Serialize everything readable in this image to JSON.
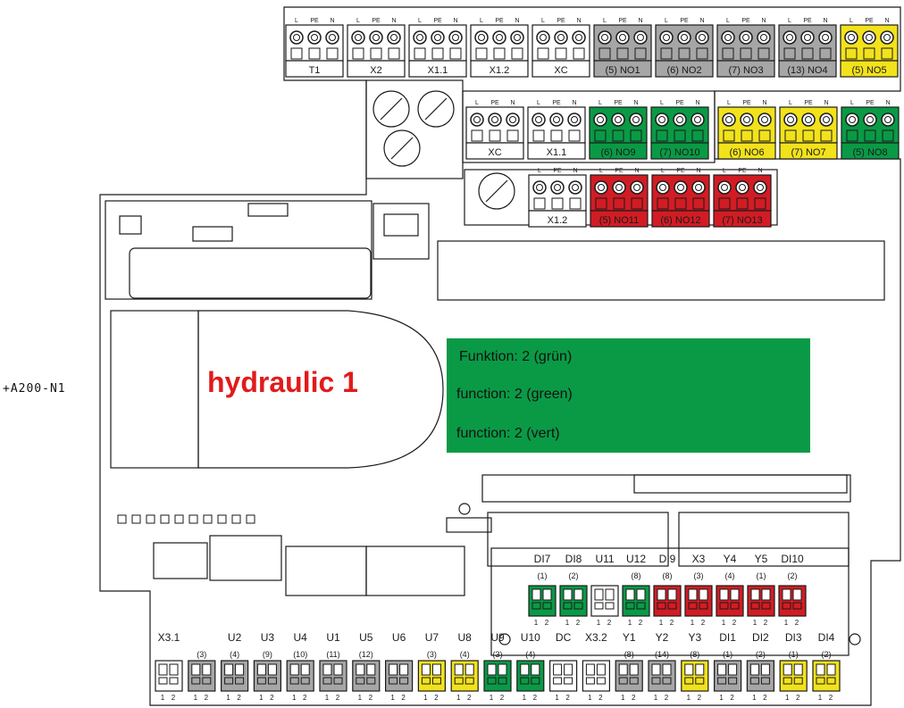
{
  "device_label": "+A200-N1",
  "title": "hydraulic 1",
  "function_lines": [
    "Funktion: 2 (grün)",
    "function: 2 (green)",
    "function: 2 (vert)"
  ],
  "colors": {
    "gray": "#a6a6a6",
    "yellow": "#f2e21c",
    "green": "#0a9a46",
    "red": "#d21c24",
    "white": "#ffffff",
    "title_red": "#e11b1b",
    "outline": "#1a1a1a"
  },
  "terminal_pins": [
    "L",
    "PE",
    "N"
  ],
  "top_row": [
    {
      "label": "T1",
      "color": "white"
    },
    {
      "label": "X2",
      "color": "white"
    },
    {
      "label": "X1.1",
      "color": "white"
    },
    {
      "label": "X1.2",
      "color": "white"
    },
    {
      "label": "XC",
      "color": "white"
    },
    {
      "label": "(5) NO1",
      "color": "gray"
    },
    {
      "label": "(6) NO2",
      "color": "gray"
    },
    {
      "label": "(7) NO3",
      "color": "gray"
    },
    {
      "label": "(13) NO4",
      "color": "gray"
    },
    {
      "label": "(5) NO5",
      "color": "yellow"
    }
  ],
  "mid_row": [
    {
      "label": "XC",
      "color": "white"
    },
    {
      "label": "X1.1",
      "color": "white"
    },
    {
      "label": "(6) NO9",
      "color": "green"
    },
    {
      "label": "(7) NO10",
      "color": "green"
    },
    {
      "label": "(6) NO6",
      "color": "yellow"
    },
    {
      "label": "(7) NO7",
      "color": "yellow"
    },
    {
      "label": "(5) NO8",
      "color": "green"
    }
  ],
  "low_row": [
    {
      "label": "X1.2",
      "color": "white"
    },
    {
      "label": "(5) NO11",
      "color": "red"
    },
    {
      "label": "(6) NO12",
      "color": "red"
    },
    {
      "label": "(7) NO13",
      "color": "red"
    }
  ],
  "upper_io": [
    {
      "name": "DI7",
      "count": "(1)",
      "color": "green"
    },
    {
      "name": "DI8",
      "count": "(2)",
      "color": "green"
    },
    {
      "name": "U11",
      "count": "",
      "color": "white"
    },
    {
      "name": "U12",
      "count": "(8)",
      "color": "green"
    },
    {
      "name": "DI9",
      "count": "(8)",
      "color": "red"
    },
    {
      "name": "X3",
      "count": "(3)",
      "color": "red"
    },
    {
      "name": "Y4",
      "count": "(4)",
      "color": "red"
    },
    {
      "name": "Y5",
      "count": "(1)",
      "color": "red"
    },
    {
      "name": "DI10",
      "count": "(2)",
      "color": "red"
    }
  ],
  "lower_io": [
    {
      "name": "X3.1",
      "count": "",
      "color": "white"
    },
    {
      "name": "",
      "count": "(3)",
      "color": "gray"
    },
    {
      "name": "U2",
      "count": "(4)",
      "color": "gray"
    },
    {
      "name": "U3",
      "count": "(9)",
      "color": "gray"
    },
    {
      "name": "U4",
      "count": "(10)",
      "color": "gray"
    },
    {
      "name": "U1",
      "count": "(11)",
      "color": "gray"
    },
    {
      "name": "U5",
      "count": "(12)",
      "color": "gray"
    },
    {
      "name": "U6",
      "count": "",
      "color": "gray"
    },
    {
      "name": "U7",
      "count": "(3)",
      "color": "yellow"
    },
    {
      "name": "U8",
      "count": "(4)",
      "color": "yellow"
    },
    {
      "name": "U9",
      "count": "(3)",
      "color": "green"
    },
    {
      "name": "U10",
      "count": "(4)",
      "color": "green"
    },
    {
      "name": "DC",
      "count": "",
      "color": "white"
    },
    {
      "name": "X3.2",
      "count": "",
      "color": "white"
    },
    {
      "name": "Y1",
      "count": "(8)",
      "color": "gray"
    },
    {
      "name": "Y2",
      "count": "(14)",
      "color": "gray"
    },
    {
      "name": "Y3",
      "count": "(8)",
      "color": "yellow"
    },
    {
      "name": "DI1",
      "count": "(1)",
      "color": "gray"
    },
    {
      "name": "DI2",
      "count": "(2)",
      "color": "gray"
    },
    {
      "name": "DI3",
      "count": "(1)",
      "color": "yellow"
    },
    {
      "name": "DI4",
      "count": "(2)",
      "color": "yellow"
    }
  ],
  "io_pins": [
    "1",
    "2"
  ]
}
